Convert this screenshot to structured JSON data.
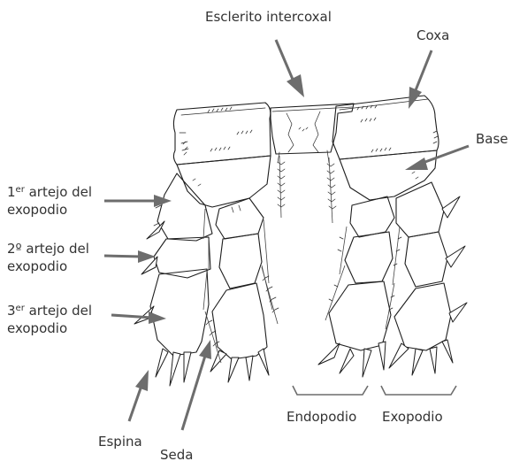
{
  "labels": {
    "esclerito": "Esclerito intercoxal",
    "coxa": "Coxa",
    "base": "Base",
    "art1_line1_sup": "er",
    "art1_line1_rest": " artejo del",
    "art1_line2": "exopodio",
    "art2_line1": "2º artejo del",
    "art2_line2": "exopodio",
    "art3_line1_sup": "er",
    "art3_line1_rest": " artejo del",
    "art3_line2": "exopodio",
    "endopodio": "Endopodio",
    "exopodio": "Exopodio",
    "espina": "Espina",
    "seda": "Seda"
  },
  "ordinals": {
    "art1": "1",
    "art3": "3"
  },
  "colors": {
    "arrow": "#6d6d6d",
    "text": "#333333",
    "ink": "#1e1e1e"
  }
}
